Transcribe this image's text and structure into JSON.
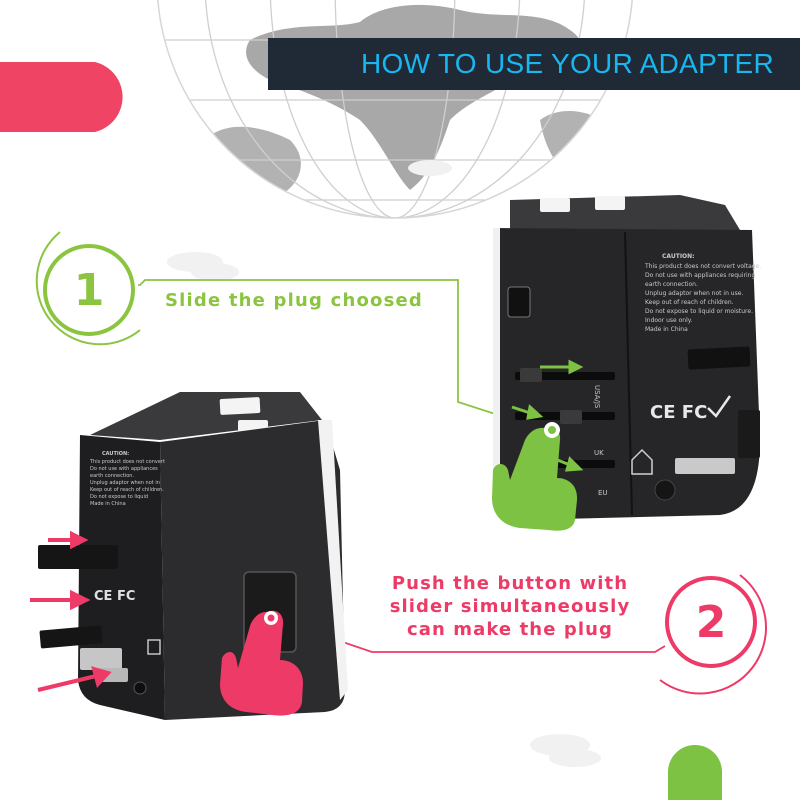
{
  "title": "HOW TO USE YOUR  ADAPTER",
  "steps": [
    {
      "number": "1",
      "text": "Slide the plug choosed",
      "color": "#8bc43f"
    },
    {
      "number": "2",
      "lines": [
        "Push the button with",
        "slider simultaneously",
        "can make the plug"
      ],
      "color": "#ee3a67"
    }
  ],
  "colors": {
    "banner_bg": "#1f2a36",
    "banner_text": "#19b6f0",
    "green": "#8bc43f",
    "pink": "#ee3a67",
    "adapter": "#2a2a2c"
  },
  "device_labels": {
    "region_usa": "USA/JS",
    "region_uk": "UK",
    "region_eu": "EU",
    "certifications": "CE FC",
    "caution_title": "CAUTION:",
    "caution_lines": [
      "This product does not convert voltage.",
      "Do not use with appliances requiring",
      "earth connection.",
      "Unplug adaptor when not in use.",
      "Keep out of reach of children.",
      "Do not expose to liquid or moisture.",
      "Indoor use only.",
      "Made in China"
    ]
  }
}
